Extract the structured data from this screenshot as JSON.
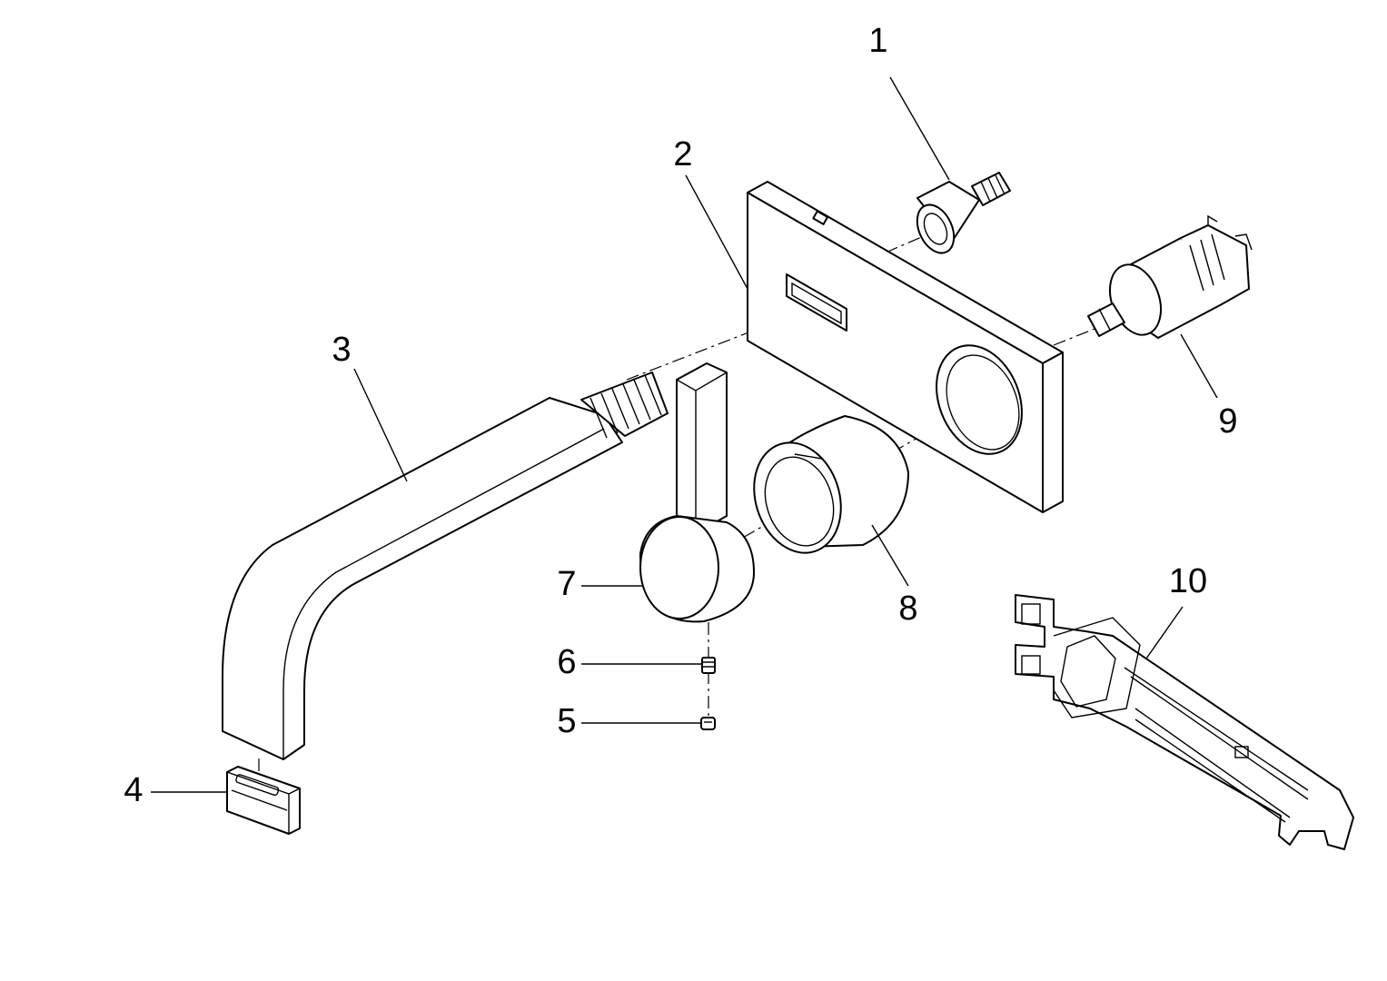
{
  "labels": {
    "p1": "1",
    "p2": "2",
    "p3": "3",
    "p4": "4",
    "p5": "5",
    "p6": "6",
    "p7": "7",
    "p8": "8",
    "p9": "9",
    "p10": "10"
  },
  "colors": {
    "line": "#000000",
    "background": "#ffffff"
  }
}
